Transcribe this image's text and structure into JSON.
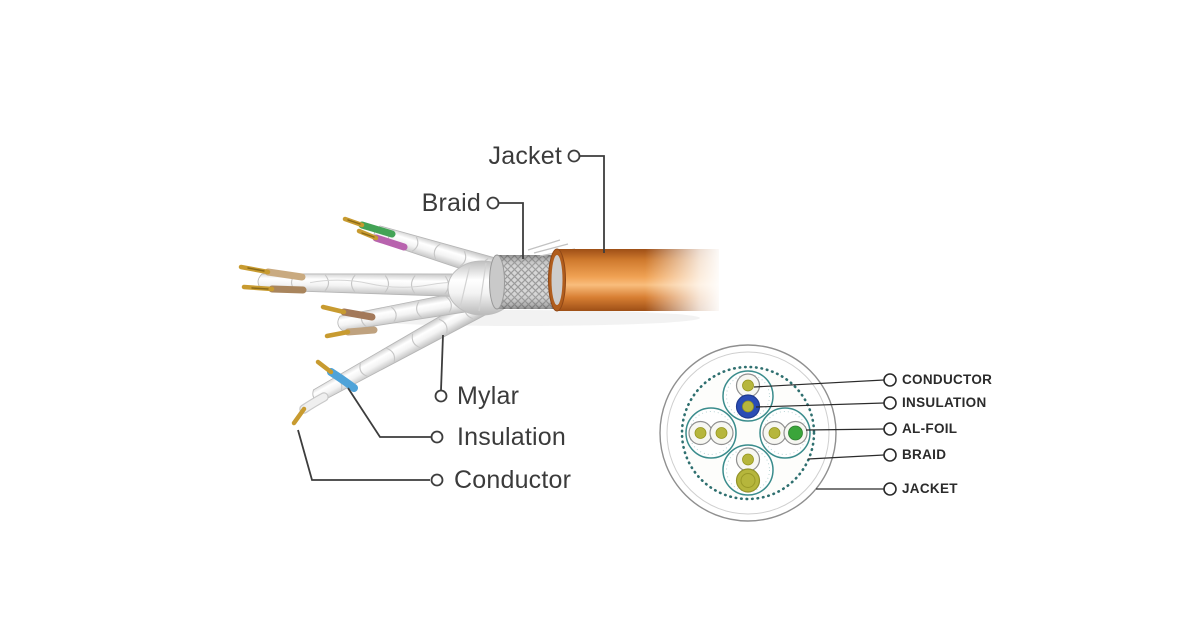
{
  "cable_diagram": {
    "side_labels": [
      {
        "id": "jacket",
        "label": "Jacket"
      },
      {
        "id": "braid",
        "label": "Braid"
      },
      {
        "id": "mylar",
        "label": "Mylar"
      },
      {
        "id": "insulation",
        "label": "Insulation"
      },
      {
        "id": "conductor",
        "label": "Conductor"
      }
    ],
    "cross_section_labels": [
      {
        "id": "conductor",
        "label": "CONDUCTOR"
      },
      {
        "id": "insulation",
        "label": "INSULATION"
      },
      {
        "id": "al_foil",
        "label": "AL-FOIL"
      },
      {
        "id": "braid",
        "label": "BRAID"
      },
      {
        "id": "jacket",
        "label": "JACKET"
      }
    ],
    "colors": {
      "jacket_orange": "#e08a3c",
      "braid_silver": "#cfcfcf",
      "foil_white": "#f2f2f2",
      "wire_green": "#43a356",
      "wire_magenta": "#b863ae",
      "wire_brown": "#a3795a",
      "wire_tan": "#c9aa80",
      "wire_blue": "#4fa3d9",
      "conductor_gold": "#c89b30",
      "cross_section_teal": "#3a8c8c",
      "cross_section_olive": "#b6b63c",
      "cross_section_blue": "#2a4cb5",
      "cross_section_green": "#3aa53a"
    }
  }
}
